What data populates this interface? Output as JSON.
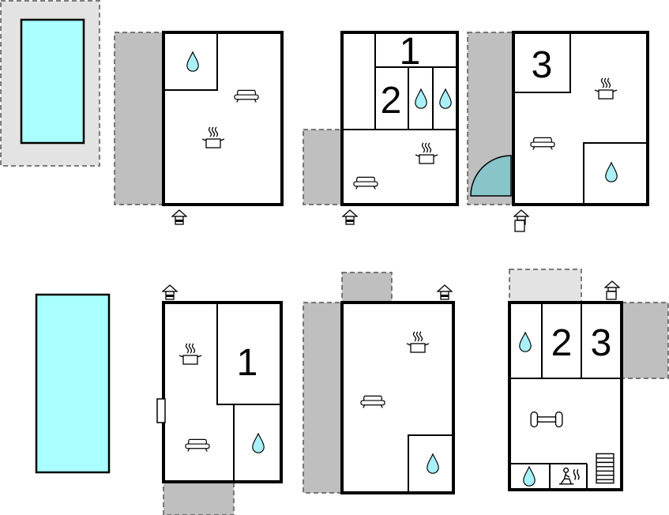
{
  "room_numbers": {
    "top_middle_room_1": "1",
    "top_middle_room_2": "2",
    "top_right_room_3": "3",
    "bottom_left_room_1": "1",
    "bottom_right_room_2": "2",
    "bottom_right_room_3": "3"
  },
  "icons": {
    "bathroom": "water-drop-icon",
    "living_room": "sofa-icon",
    "kitchen": "cooking-pot-icon",
    "entrance": "entrance-arrow-icon",
    "fitness": "dumbbell-icon",
    "sauna": "sauna-icon",
    "stairs": "stairs-icon"
  },
  "colors": {
    "pool": "#aaffff",
    "terrace": "#bfbfbf",
    "terrace_light": "#e3e3e3",
    "wall": "#000000",
    "water_drop": "#aaf0f8",
    "spa": "#88c4c8"
  }
}
